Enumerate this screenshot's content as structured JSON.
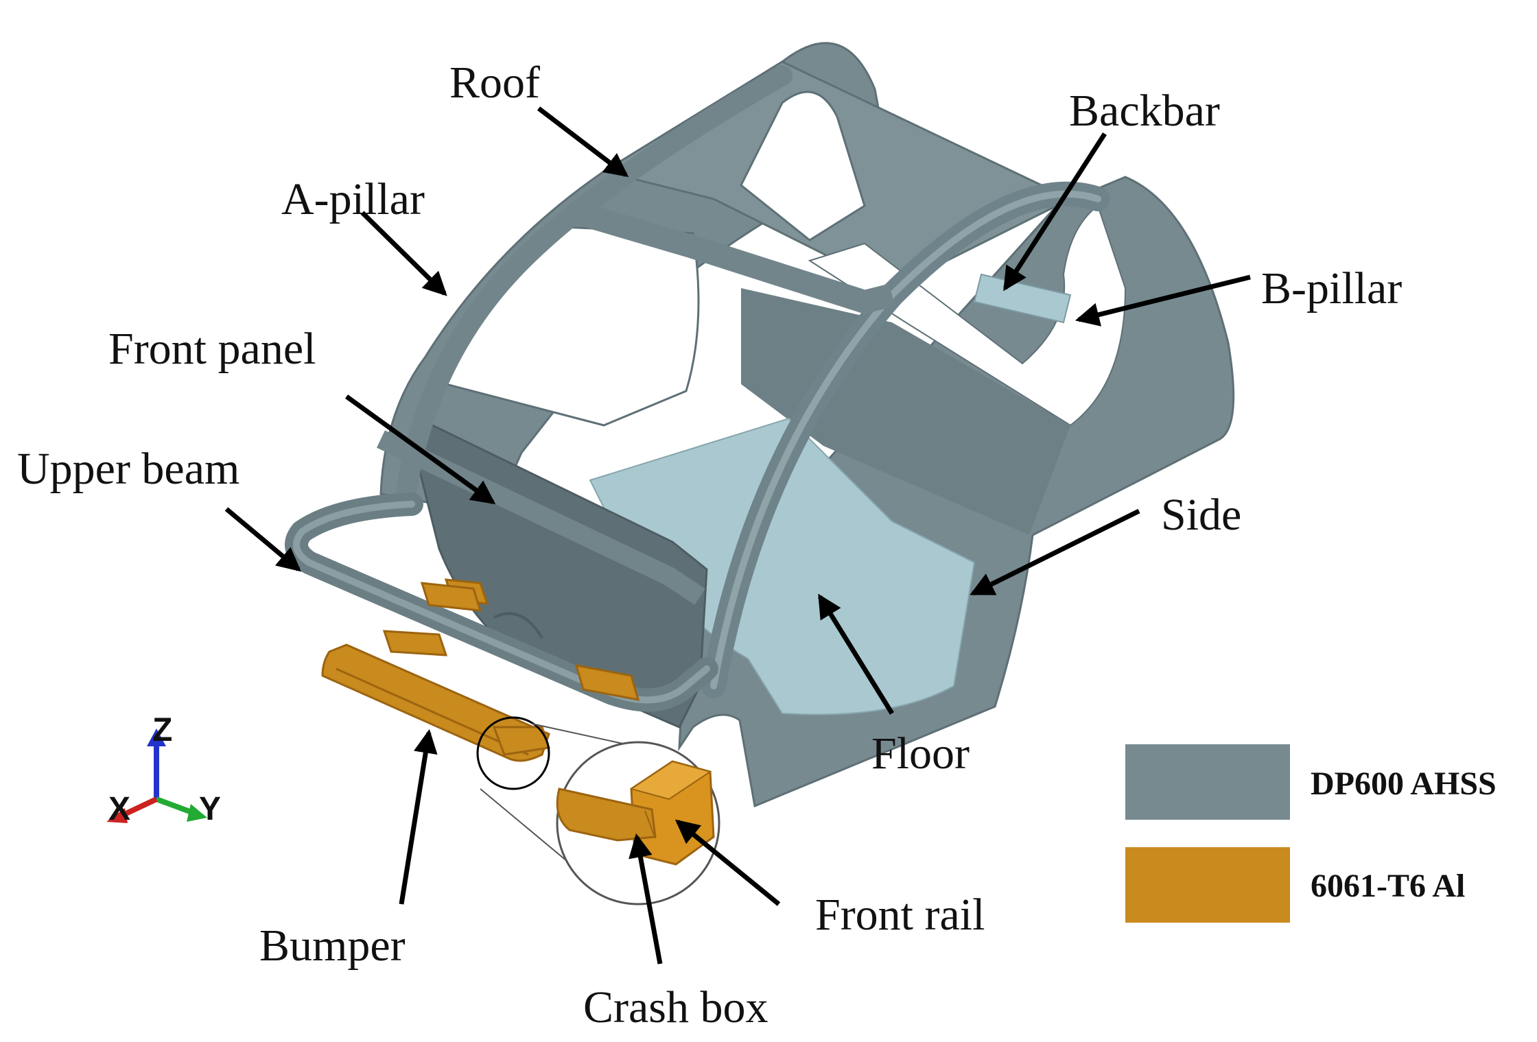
{
  "labels": {
    "roof": "Roof",
    "backbar": "Backbar",
    "a_pillar": "A-pillar",
    "b_pillar": "B-pillar",
    "front_panel": "Front panel",
    "upper_beam": "Upper beam",
    "side": "Side",
    "floor": "Floor",
    "front_rail": "Front rail",
    "bumper": "Bumper",
    "crash_box": "Crash box"
  },
  "legend": {
    "items": [
      {
        "label": "DP600 AHSS",
        "color": "#778a90"
      },
      {
        "label": "6061-T6 Al",
        "color": "#c98a1e"
      }
    ]
  },
  "axes": {
    "z": "Z",
    "x": "X",
    "y": "Y"
  },
  "colors": {
    "steel": "#778a90",
    "steel_dark": "#5e7076",
    "steel_light": "#a9c8d0",
    "aluminium": "#c98a1e",
    "aluminium_dark": "#9c6410"
  }
}
